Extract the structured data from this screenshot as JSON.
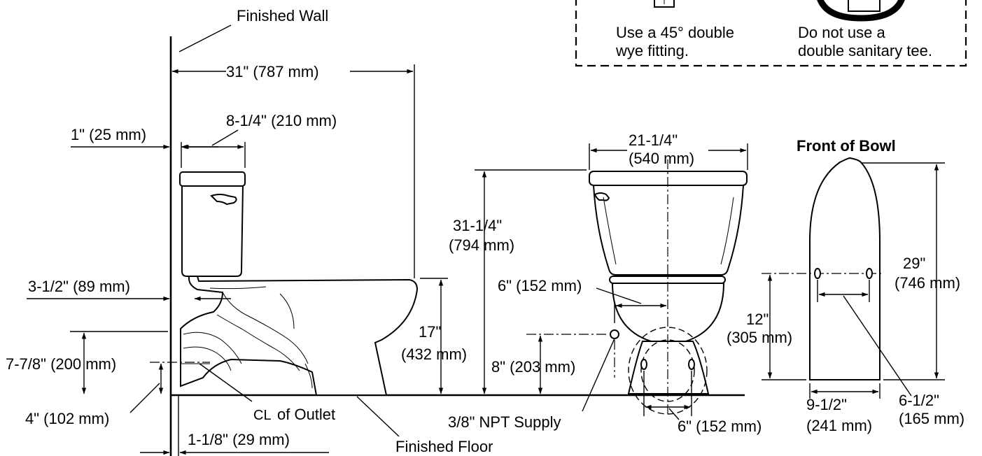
{
  "fitting_note": {
    "recommended_lines": [
      "Use a 45° double",
      "wye fitting."
    ],
    "prohibited_lines": [
      "Do not use a",
      "double sanitary tee."
    ]
  },
  "side_view": {
    "finished_wall": "Finished Wall",
    "overall_depth": "31\" (787 mm)",
    "tank_depth": "8-1/4\" (210 mm)",
    "wall_to_tank": "1\" (25 mm)",
    "wall_to_supply": "3-1/2\" (89 mm)",
    "outlet_height": "7-7/8\" (200 mm)",
    "floor_offset": "4\" (102 mm)",
    "outlet_setback": "1-1/8\" (29 mm)",
    "outlet_centerline": "of Outlet",
    "centerline_symbol": "CL",
    "rim_height_line1": "17\"",
    "rim_height_line2": "(432 mm)",
    "finished_floor": "Finished Floor"
  },
  "front_view": {
    "overall_height_line1": "31-1/4\"",
    "overall_height_line2": "(794 mm)",
    "tank_width_line1": "21-1/4\"",
    "tank_width_line2": "(540 mm)",
    "supply_offset": "6\" (152 mm)",
    "supply_height": "8\" (203 mm)",
    "npt_supply": "3/8\" NPT Supply",
    "bowl_height_line1": "12\"",
    "bowl_height_line2": "(305 mm)",
    "bolt_spacing": "6\" (152 mm)"
  },
  "bowl_view": {
    "title": "Front of Bowl",
    "length_line1": "29\"",
    "length_line2": "(746 mm)",
    "hinge_spacing_line1": "6-1/2\"",
    "hinge_spacing_line2": "(165 mm)",
    "width_line1": "9-1/2\"",
    "width_line2": "(241 mm)"
  }
}
